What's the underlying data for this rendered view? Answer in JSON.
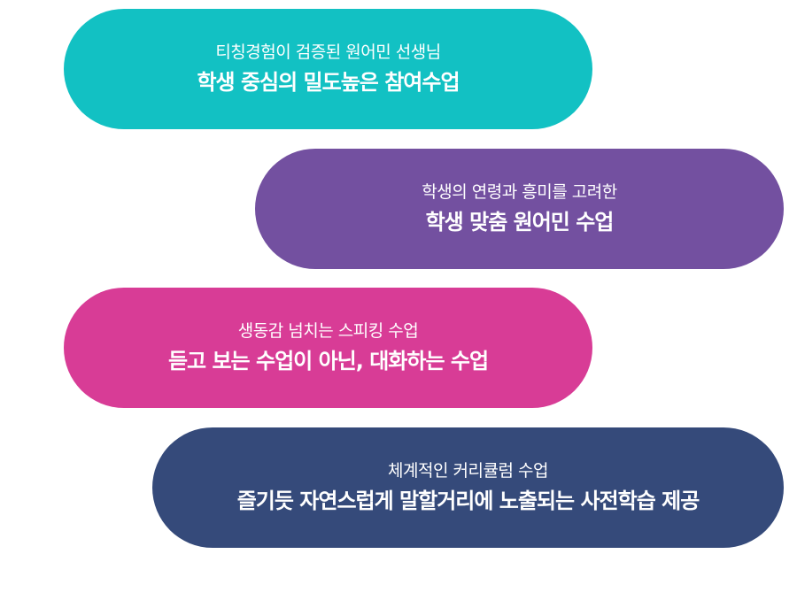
{
  "colors": {
    "pill_1": "#12c1c3",
    "pill_2": "#7350a0",
    "pill_3": "#d83c96",
    "pill_4": "#354a7a"
  },
  "pills": [
    {
      "subtitle": "티칭경험이 검증된 원어민 선생님",
      "title": "학생 중심의 밀도높은 참여수업"
    },
    {
      "subtitle": "학생의 연령과 흥미를 고려한",
      "title": "학생 맞춤 원어민 수업"
    },
    {
      "subtitle": "생동감 넘치는 스피킹 수업",
      "title": "듣고 보는 수업이 아닌, 대화하는 수업"
    },
    {
      "subtitle": "체계적인 커리큘럼 수업",
      "title": "즐기듯 자연스럽게 말할거리에 노출되는 사전학습 제공"
    }
  ]
}
